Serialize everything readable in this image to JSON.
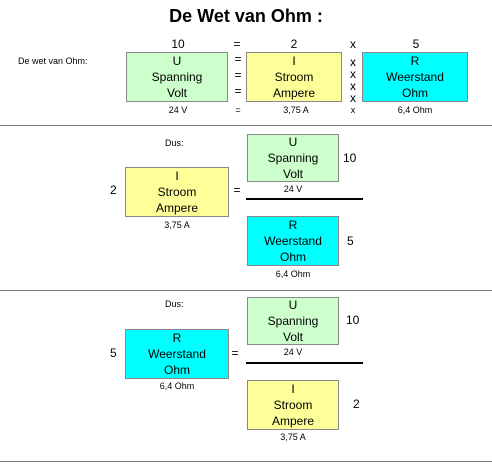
{
  "title": "De Wet van Ohm :",
  "row_label": "De wet van Ohm:",
  "top": {
    "values": [
      "10",
      "=",
      "2",
      "x",
      "5"
    ],
    "eq": "=",
    "x": "x",
    "voltage": {
      "sym": "U",
      "name": "Spanning",
      "unit": "Volt",
      "value": "24 V"
    },
    "current": {
      "sym": "I",
      "name": "Stroom",
      "unit": "Ampere",
      "value": "3,75 A"
    },
    "resistance": {
      "sym": "R",
      "name": "Weerstand",
      "unit": "Ohm",
      "value": "6,4 Ohm"
    }
  },
  "section2": {
    "dus": "Dus:",
    "left_num": "2",
    "numerator_num": "10",
    "denominator_num": "5"
  },
  "section3": {
    "dus": "Dus:",
    "left_num": "5",
    "numerator_num": "10",
    "denominator_num": "2"
  },
  "colors": {
    "voltage": "#ccffcc",
    "current": "#ffff99",
    "resistance": "#00ffff"
  }
}
